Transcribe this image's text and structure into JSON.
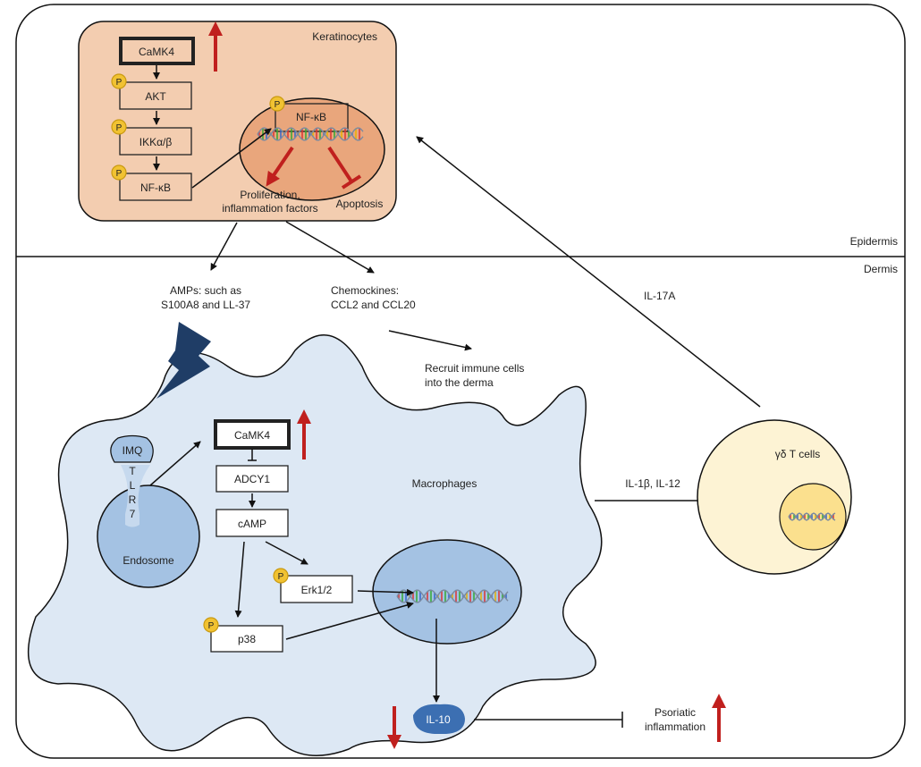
{
  "regions": {
    "epidermis": "Epidermis",
    "dermis": "Dermis"
  },
  "keratinocyte": {
    "title": "Keratinocytes",
    "pathway": [
      "CaMK4",
      "AKT",
      "IKKα/β",
      "NF-κB"
    ],
    "nuclear_factor": "NF-κB",
    "phospho_label": "P",
    "outputs": {
      "proliferation_line1": "Proliferation,",
      "proliferation_line2": "inflammation factors",
      "apoptosis": "Apoptosis"
    }
  },
  "mediators": {
    "amps_line1": "AMPs: such as",
    "amps_line2": "S100A8 and LL-37",
    "chemokines_line1": "Chemockines:",
    "chemokines_line2": "CCL2 and CCL20",
    "recruit_line1": "Recruit immune cells",
    "recruit_line2": "into the derma",
    "il17a": "IL-17A",
    "il1b_il12": "IL-1β, IL-12"
  },
  "macrophage": {
    "title": "Macrophages",
    "ligand": "IMQ",
    "receptor_letters": [
      "T",
      "L",
      "R",
      "7"
    ],
    "endosome": "Endosome",
    "pathway": {
      "camk4": "CaMK4",
      "adcy1": "ADCY1",
      "camp": "cAMP",
      "erk": "Erk1/2",
      "p38": "p38"
    },
    "cytokine": "IL-10"
  },
  "tcell": {
    "title": "γδ T cells"
  },
  "outcome": {
    "line1": "Psoriatic",
    "line2": "inflammation"
  },
  "colors": {
    "keratinocyte": "#f3cdb0",
    "k_nucleus": "#e9a67c",
    "macrophage": "#dde8f4",
    "m_nucleus": "#a4c2e3",
    "tcell": "#fdf3d4",
    "t_nucleus": "#fbe08e",
    "il10": "#3c6fb2",
    "up_down_arrow": "#c0201e",
    "lightning": "#1f3d66"
  }
}
